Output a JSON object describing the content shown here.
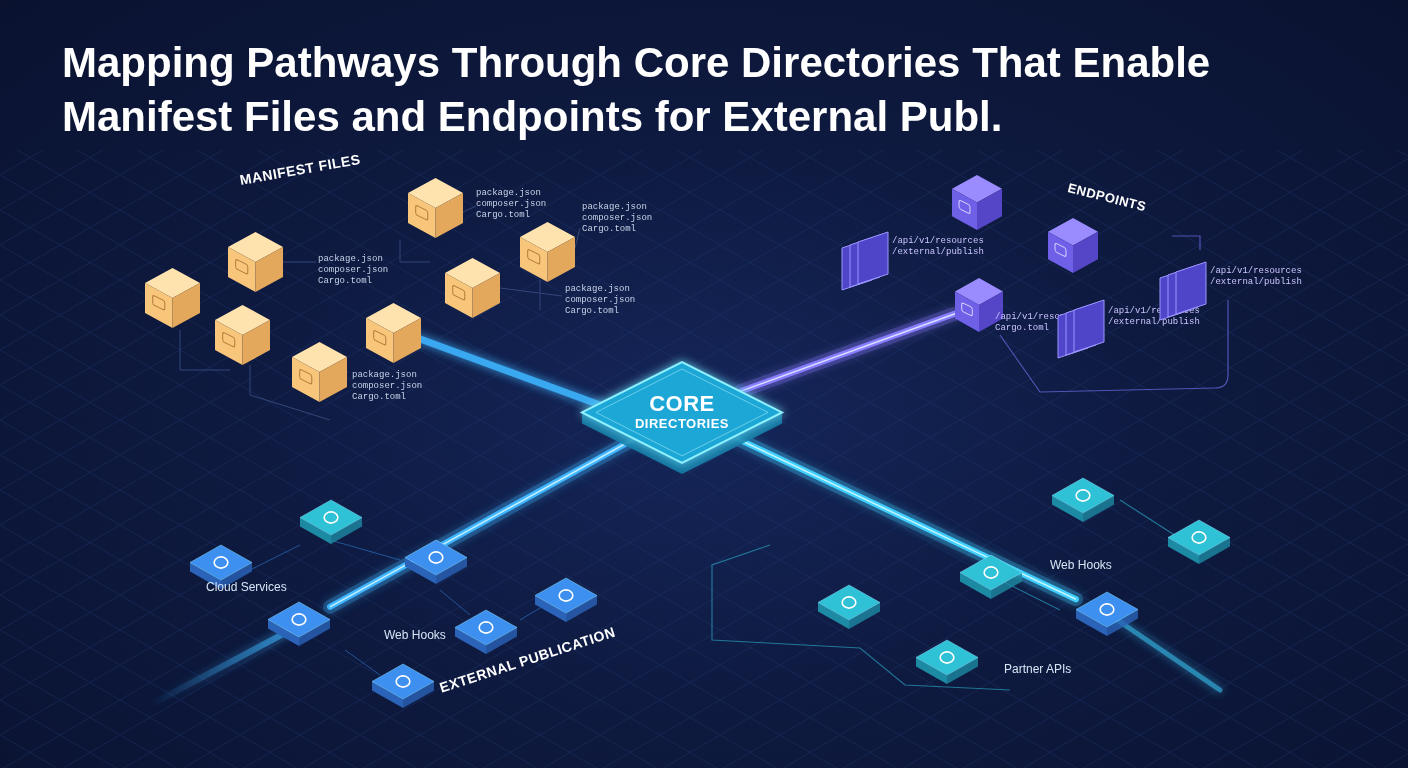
{
  "diagram": {
    "title": "Mapping Pathways Through Core Directories That Enable Manifest Files and Endpoints for External Publ.",
    "nodes": [
      {
        "text": [
          "package.json composer.json Cargo.toml"
        ]
      },
      {
        "text": [
          "package.json composer.json Cargo.toml"
        ]
      },
      {
        "text": [
          "package.json composer.json Cargo.toml"
        ]
      },
      {
        "text": [
          "package.json composer.json Cargo.toml"
        ]
      },
      {
        "text": [
          "package.json composer.json Cargo.toml"
        ]
      },
      {
        "text": [
          "CORE",
          "DIRECTORIES"
        ]
      },
      {
        "text": [
          "/api/v1/resources /external/publish"
        ]
      },
      {
        "text": [
          "/api/v1/resources Cargo.toml"
        ]
      },
      {
        "text": [
          "/api/v1/resources /external/publish"
        ]
      },
      {
        "text": [
          "/api/v1/resources /external/publish"
        ]
      },
      {
        "text": [
          "Cloud Services"
        ]
      },
      {
        "text": [
          "Web Hooks"
        ]
      },
      {
        "text": [
          "Web Hooks"
        ]
      },
      {
        "text": [
          "Partner APIs"
        ]
      }
    ],
    "edges": [
      {
        "from": 5,
        "to": 7,
        "arrow": "none"
      },
      {
        "from": 5,
        "to": 10,
        "arrow": "none"
      },
      {
        "from": 5,
        "to": 12,
        "arrow": "none"
      }
    ],
    "labels": [
      "MANIFEST FILES",
      "ENDPOINTS",
      "EXTERNAL PUBLICATION"
    ]
  }
}
